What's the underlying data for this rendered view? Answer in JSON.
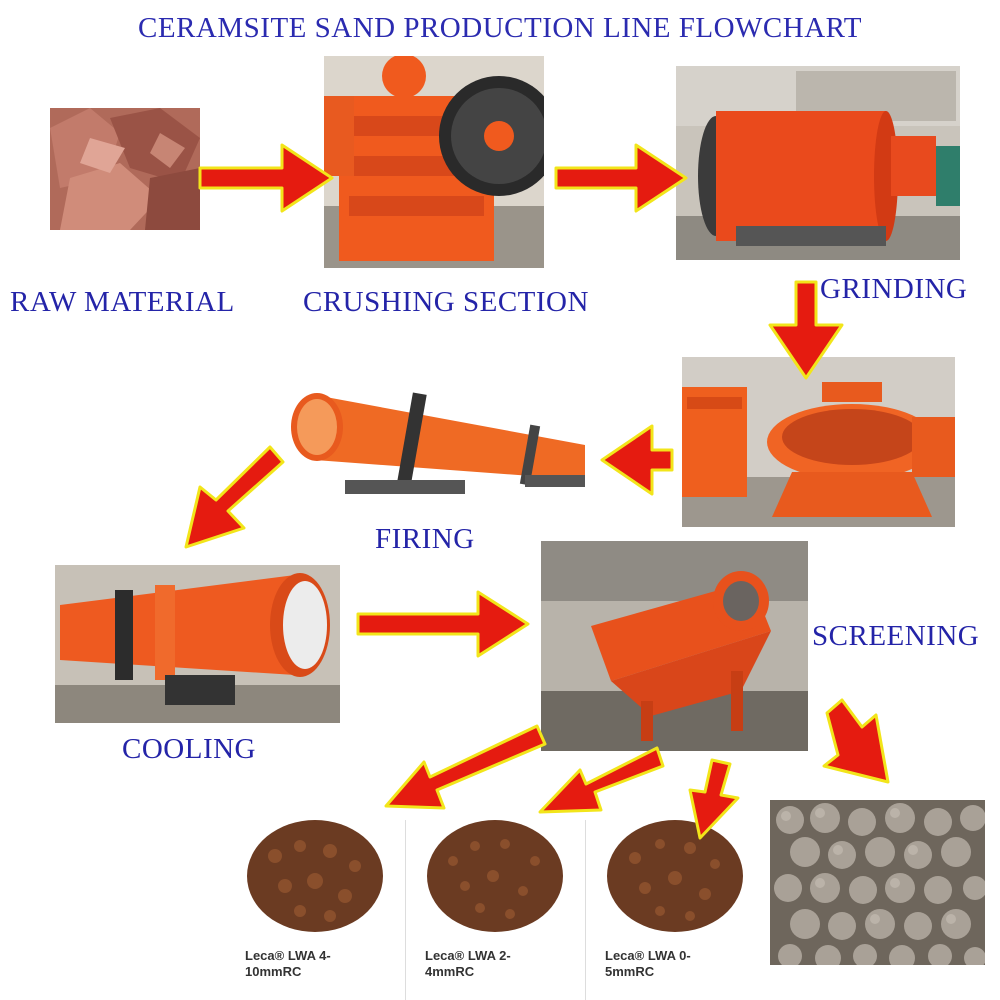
{
  "title": "CERAMSITE SAND PRODUCTION LINE FLOWCHART",
  "stages": {
    "raw": "RAW  MATERIAL",
    "crushing": "CRUSHING SECTION",
    "grinding": "GRINDING",
    "firing": "FIRING",
    "cooling": "COOLING",
    "screening": "SCREENING"
  },
  "products": [
    {
      "line1": "Leca® LWA 4-",
      "line2": "10mmRC"
    },
    {
      "line1": "Leca® LWA 2-",
      "line2": "4mmRC"
    },
    {
      "line1": "Leca® LWA 0-",
      "line2": "5mmRC"
    }
  ],
  "colors": {
    "title": "#2b2bb0",
    "label": "#2424a8",
    "arrow_fill": "#e51b10",
    "arrow_outline": "#f2e51a",
    "machine": "#f05a1e"
  }
}
